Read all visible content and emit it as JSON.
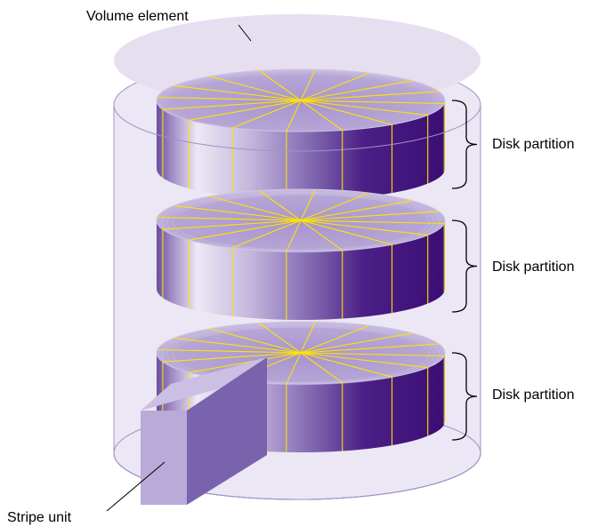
{
  "labels": {
    "volume_element": "Volume element",
    "disk_partition_1": "Disk partition",
    "disk_partition_2": "Disk partition",
    "disk_partition_3": "Disk partition",
    "stripe_unit": "Stripe unit"
  },
  "colors": {
    "volume_fill": "#e6dff0",
    "volume_outline": "#9f93c6",
    "disk_top": "#b4a4d4",
    "disk_top_edge": "#cfc5e3",
    "disk_side_light": "#ece8f4",
    "disk_side_dark": "#3d0f78",
    "stripe_line": "#ffe400",
    "stripe_unit_front": "#b9aad8",
    "stripe_unit_side": "#7a63ad",
    "stripe_unit_top": "#cbbfe3",
    "brace": "#000000"
  },
  "disks": [
    {
      "name": "disk-partition-1"
    },
    {
      "name": "disk-partition-2"
    },
    {
      "name": "disk-partition-3"
    }
  ],
  "stripes_per_disk": 16
}
